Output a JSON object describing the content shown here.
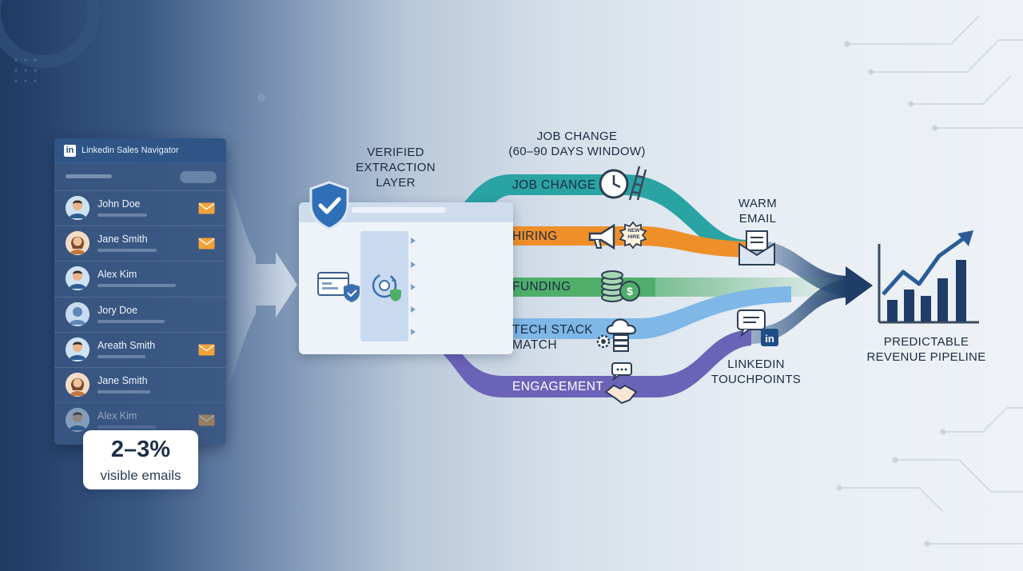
{
  "linkedin_panel": {
    "title": "Linkedin Sales Navigator",
    "logo_text": "in",
    "rows": [
      {
        "name": "John Doe",
        "has_email": true,
        "avatar": "man-avatar"
      },
      {
        "name": "Jane Smith",
        "has_email": true,
        "avatar": "woman-avatar"
      },
      {
        "name": "Alex Kim",
        "has_email": false,
        "avatar": "man-avatar"
      },
      {
        "name": "Jory Doe",
        "has_email": false,
        "avatar": "neutral-avatar"
      },
      {
        "name": "Areath Smith",
        "has_email": true,
        "avatar": "man-avatar"
      },
      {
        "name": "Jane Smith",
        "has_email": false,
        "avatar": "woman-avatar"
      },
      {
        "name": "Alex Kim",
        "has_email": true,
        "avatar": "man-avatar"
      }
    ]
  },
  "stat": {
    "value": "2–3%",
    "caption": "visible emails"
  },
  "extraction": {
    "title": "VERIFIED\nEXTRACTION\nLAYER"
  },
  "signals": {
    "job_change_heading": "JOB CHANGE\n(60–90 DAYS WINDOW)",
    "job_change": "JOB CHANGE",
    "hiring": "HIRING",
    "hiring_badge": "NEW\nHIRE",
    "funding": "FUNDING",
    "tech_stack": "TECH STACK\nMATCH",
    "engagement": "ENGAGEMENT"
  },
  "outputs": {
    "warm_email": "WARM\nEMAIL",
    "linkedin_touchpoints": "LINKEDIN\nTOUCHPOINTS",
    "pipeline": "PREDICTABLE\nREVENUE PIPELINE"
  },
  "colors": {
    "job_change": "#2aa3a3",
    "hiring": "#ef8f2a",
    "funding": "#4fae6a",
    "tech_stack": "#7fb7e6",
    "engagement": "#6b63b8",
    "output_navy": "#1f3d68"
  }
}
